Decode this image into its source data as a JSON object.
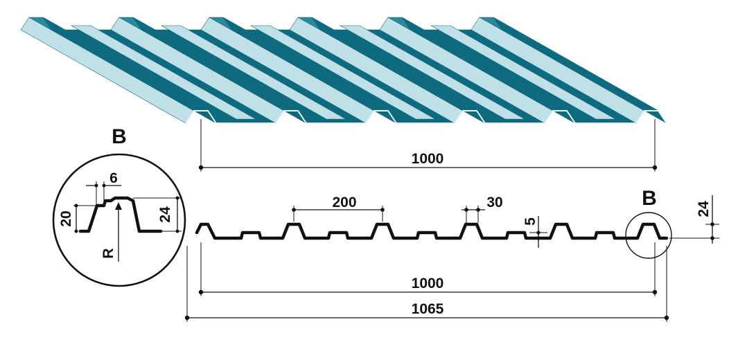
{
  "detail_label": "B",
  "callout_label": "B",
  "dimensions": {
    "sheet_width_top": "1000",
    "sheet_width_bottom": "1000",
    "overall_width": "1065",
    "rib_pitch": "200",
    "rib_top": "30",
    "groove_depth": "5",
    "profile_height": "24",
    "detail_gap": "6",
    "detail_height_inner": "20",
    "detail_height_outer": "24",
    "detail_radius": "R"
  },
  "colors": {
    "sheet_dark": "#0e6a7e",
    "sheet_mid": "#2d8a9c",
    "sheet_light": "#bfe0e6",
    "sheet_edge": "#e8f3f5",
    "ink": "#111111"
  }
}
